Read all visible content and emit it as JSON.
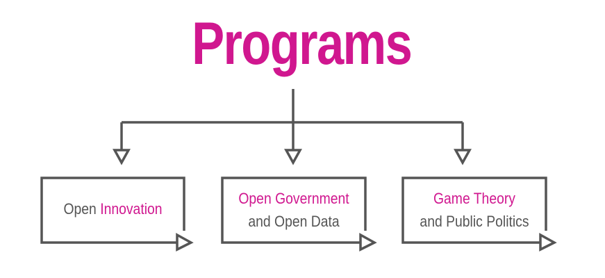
{
  "title": "Programs",
  "colors": {
    "accent": "#d0178f",
    "text": "#555555",
    "line": "#555555",
    "background": "#ffffff"
  },
  "programs": [
    {
      "line1_gray": "Open ",
      "line1_pink": "Innovation"
    },
    {
      "line1_pink": "Open Government",
      "line2_gray": "and Open Data"
    },
    {
      "line1_pink": "Game Theory",
      "line2_gray": "and Public Politics"
    }
  ]
}
